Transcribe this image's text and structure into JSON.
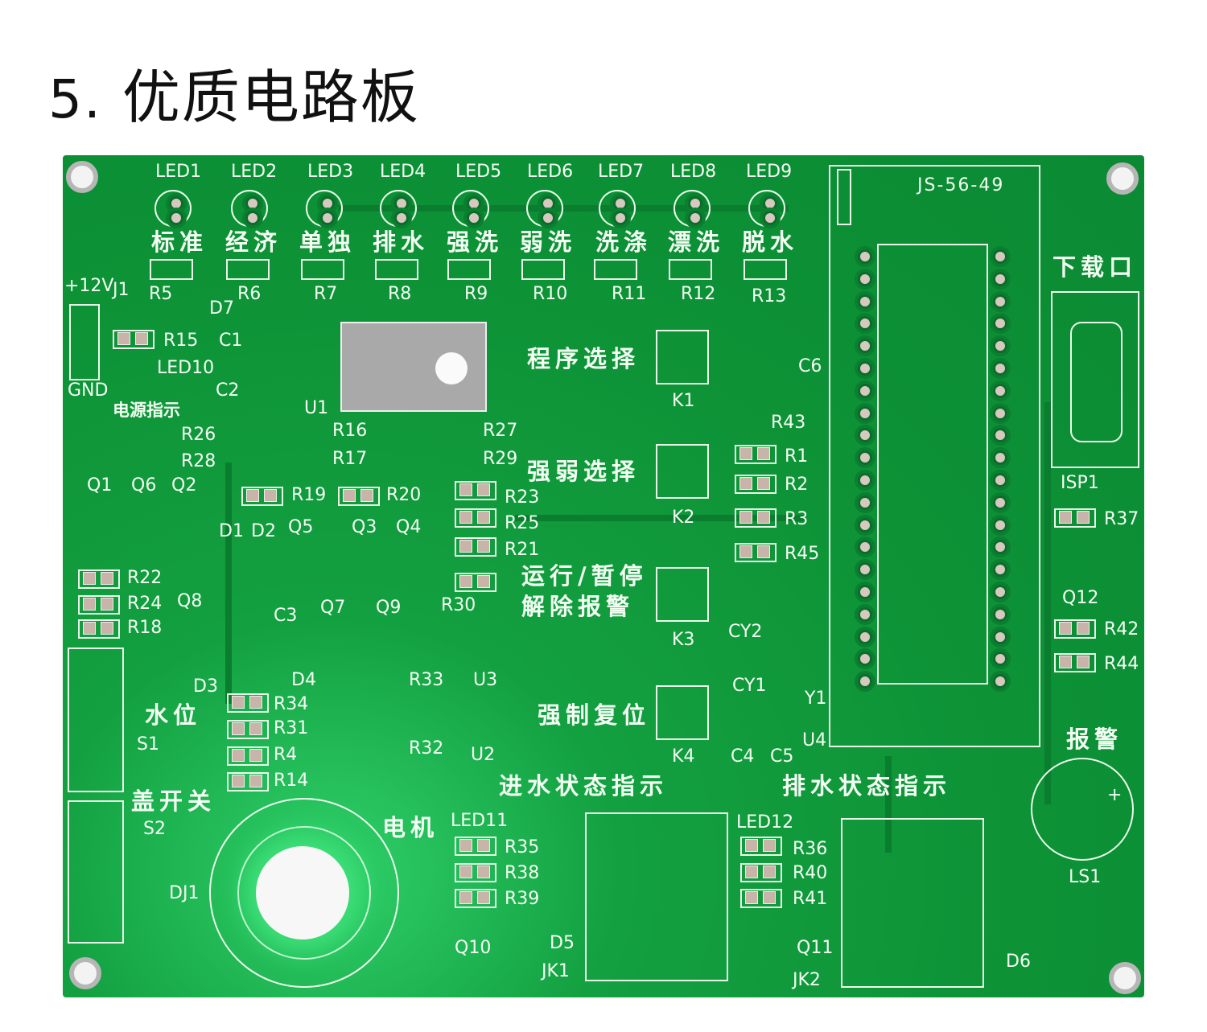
{
  "title": {
    "number": "5.",
    "text": "优质电路板"
  },
  "board": {
    "colors": {
      "solder_mask": "#10993a",
      "silkscreen": "#f4fff4",
      "pad": "#d8c9c0",
      "heatsink": "#a9a9a9"
    },
    "leds": [
      "LED1",
      "LED2",
      "LED3",
      "LED4",
      "LED5",
      "LED6",
      "LED7",
      "LED8",
      "LED9"
    ],
    "modes": [
      "标准",
      "经济",
      "单独",
      "排水",
      "强洗",
      "弱洗",
      "洗涤",
      "漂洗",
      "脱水"
    ],
    "mode_resistors": [
      "R5",
      "R6",
      "R7",
      "R8",
      "R9",
      "R10",
      "R11",
      "R12",
      "R13"
    ],
    "mcu": "JS-56-49",
    "download_port": "下载口",
    "labels": {
      "p12v": "+12V",
      "j1": "J1",
      "d7": "D7",
      "r15": "R15",
      "c1": "C1",
      "led10": "LED10",
      "gnd": "GND",
      "c2": "C2",
      "u1": "U1",
      "power_ind": "电源指示",
      "prog_select": "程序选择",
      "c6": "C6",
      "r43": "R43",
      "k1": "K1",
      "k2": "K2",
      "k3": "K3",
      "k4": "K4",
      "r26": "R26",
      "r16": "R16",
      "r27": "R27",
      "r28": "R28",
      "r17": "R17",
      "r29": "R29",
      "strength_select": "强弱选择",
      "r1": "R1",
      "r2": "R2",
      "r3": "R3",
      "r45": "R45",
      "q1": "Q1",
      "q6": "Q6",
      "q2": "Q2",
      "r19": "R19",
      "r20": "R20",
      "r23": "R23",
      "r25": "R25",
      "r21": "R21",
      "d1": "D1",
      "d2": "D2",
      "q5": "Q5",
      "q3": "Q3",
      "q4": "Q4",
      "isp1": "ISP1",
      "r37": "R37",
      "q12": "Q12",
      "r42": "R42",
      "r44": "R44",
      "r22": "R22",
      "r24": "R24",
      "q8": "Q8",
      "r18": "R18",
      "c3": "C3",
      "q7": "Q7",
      "q9": "Q9",
      "r30": "R30",
      "run_pause": "运行/暂停",
      "clear_alarm": "解除报警",
      "cy2": "CY2",
      "cy1": "CY1",
      "y1": "Y1",
      "d3": "D3",
      "d4": "D4",
      "r33": "R33",
      "u3": "U3",
      "water_level": "水位",
      "s1": "S1",
      "r34": "R34",
      "r31": "R31",
      "r4": "R4",
      "r14": "R14",
      "r32": "R32",
      "u2": "U2",
      "force_reset": "强制复位",
      "c4": "C4",
      "c5": "C5",
      "u4": "U4",
      "alarm": "报警",
      "lid_switch": "盖开关",
      "s2": "S2",
      "inlet_status": "进水状态指示",
      "drain_status": "排水状态指示",
      "motor": "电机",
      "led11": "LED11",
      "led12": "LED12",
      "dj1": "DJ1",
      "r35": "R35",
      "r38": "R38",
      "r39": "R39",
      "r36": "R36",
      "r40": "R40",
      "r41": "R41",
      "ls1": "LS1",
      "q10": "Q10",
      "d5": "D5",
      "jk1": "JK1",
      "q11": "Q11",
      "jk2": "JK2",
      "d6": "D6"
    }
  }
}
